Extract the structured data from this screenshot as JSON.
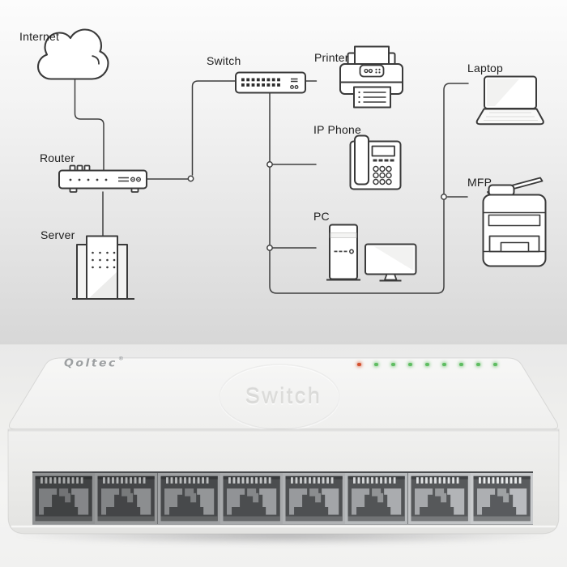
{
  "diagram": {
    "nodes": [
      {
        "id": "internet",
        "label": "Internet"
      },
      {
        "id": "router",
        "label": "Router"
      },
      {
        "id": "server",
        "label": "Server"
      },
      {
        "id": "switch",
        "label": "Switch"
      },
      {
        "id": "printer",
        "label": "Printer"
      },
      {
        "id": "ip_phone",
        "label": "IP Phone"
      },
      {
        "id": "pc",
        "label": "PC"
      },
      {
        "id": "laptop",
        "label": "Laptop"
      },
      {
        "id": "mfp",
        "label": "MFP"
      }
    ]
  },
  "product": {
    "brand": "Qoltec",
    "brand_mark": "®",
    "device_label": "Switch",
    "port_count": 8,
    "leds": [
      "#d4502e",
      "#5fbd62",
      "#5fbd62",
      "#5fbd62",
      "#5fbd62",
      "#5fbd62",
      "#5fbd62",
      "#5fbd62",
      "#5fbd62"
    ],
    "colors": {
      "body": "#f2f2f0",
      "port_cavity": "#505254",
      "led_power": "#d4502e",
      "led_link": "#5fbd62"
    }
  }
}
